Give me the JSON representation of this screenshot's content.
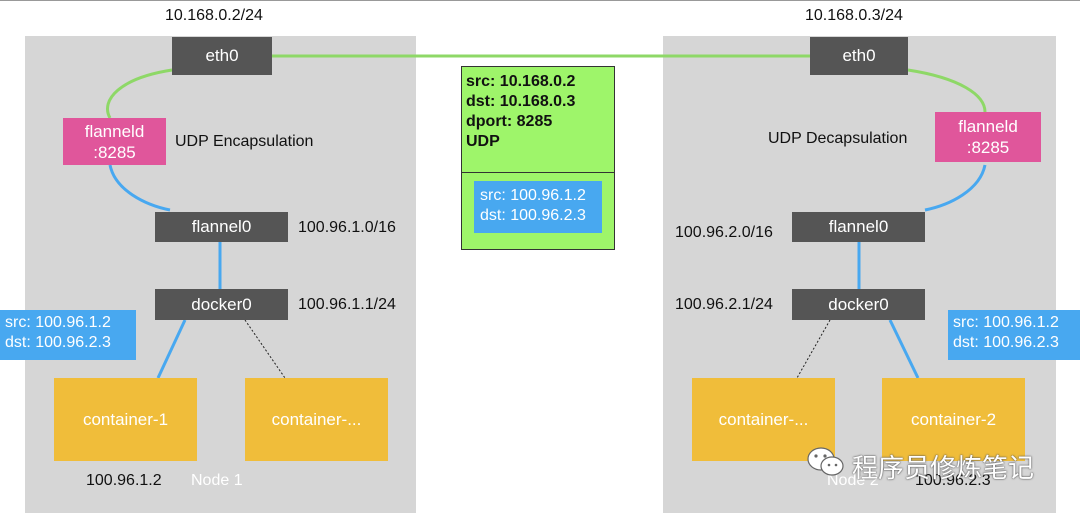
{
  "node1": {
    "ip": "10.168.0.2/24",
    "eth": "eth0",
    "flanneld_lines": [
      "flanneld",
      ":8285"
    ],
    "encap_label": "UDP Encapsulation",
    "flannel0": "flannel0",
    "flannel0_cidr": "100.96.1.0/16",
    "docker0": "docker0",
    "docker0_ip": "100.96.1.1/24",
    "container_a": "container-1",
    "container_b": "container-...",
    "container_ip": "100.96.1.2",
    "node_label": "Node 1",
    "inner_packet": [
      "src: 100.96.1.2",
      "dst: 100.96.2.3"
    ]
  },
  "node2": {
    "ip": "10.168.0.3/24",
    "eth": "eth0",
    "flanneld_lines": [
      "flanneld",
      ":8285"
    ],
    "decap_label": "UDP Decapsulation",
    "flannel0": "flannel0",
    "flannel0_cidr": "100.96.2.0/16",
    "docker0": "docker0",
    "docker0_ip": "100.96.2.1/24",
    "container_a": "container-...",
    "container_b": "container-2",
    "container_ip": "100.96.2.3",
    "node_label": "Node 2",
    "inner_packet": [
      "src: 100.96.1.2",
      "dst: 100.96.2.3"
    ]
  },
  "packet": {
    "outer": [
      "src: 10.168.0.2",
      "dst: 10.168.0.3",
      "dport: 8285",
      "UDP"
    ],
    "inner": [
      "src: 100.96.1.2",
      "dst: 100.96.2.3"
    ]
  },
  "watermark": "程序员修炼笔记",
  "colors": {
    "node_bg": "#d6d6d6",
    "dark_box": "#555555",
    "flanneld": "#e0569b",
    "container": "#f0bd3a",
    "blue": "#48a8f0",
    "packet": "#9ef56a",
    "link_green": "#8ed867"
  }
}
